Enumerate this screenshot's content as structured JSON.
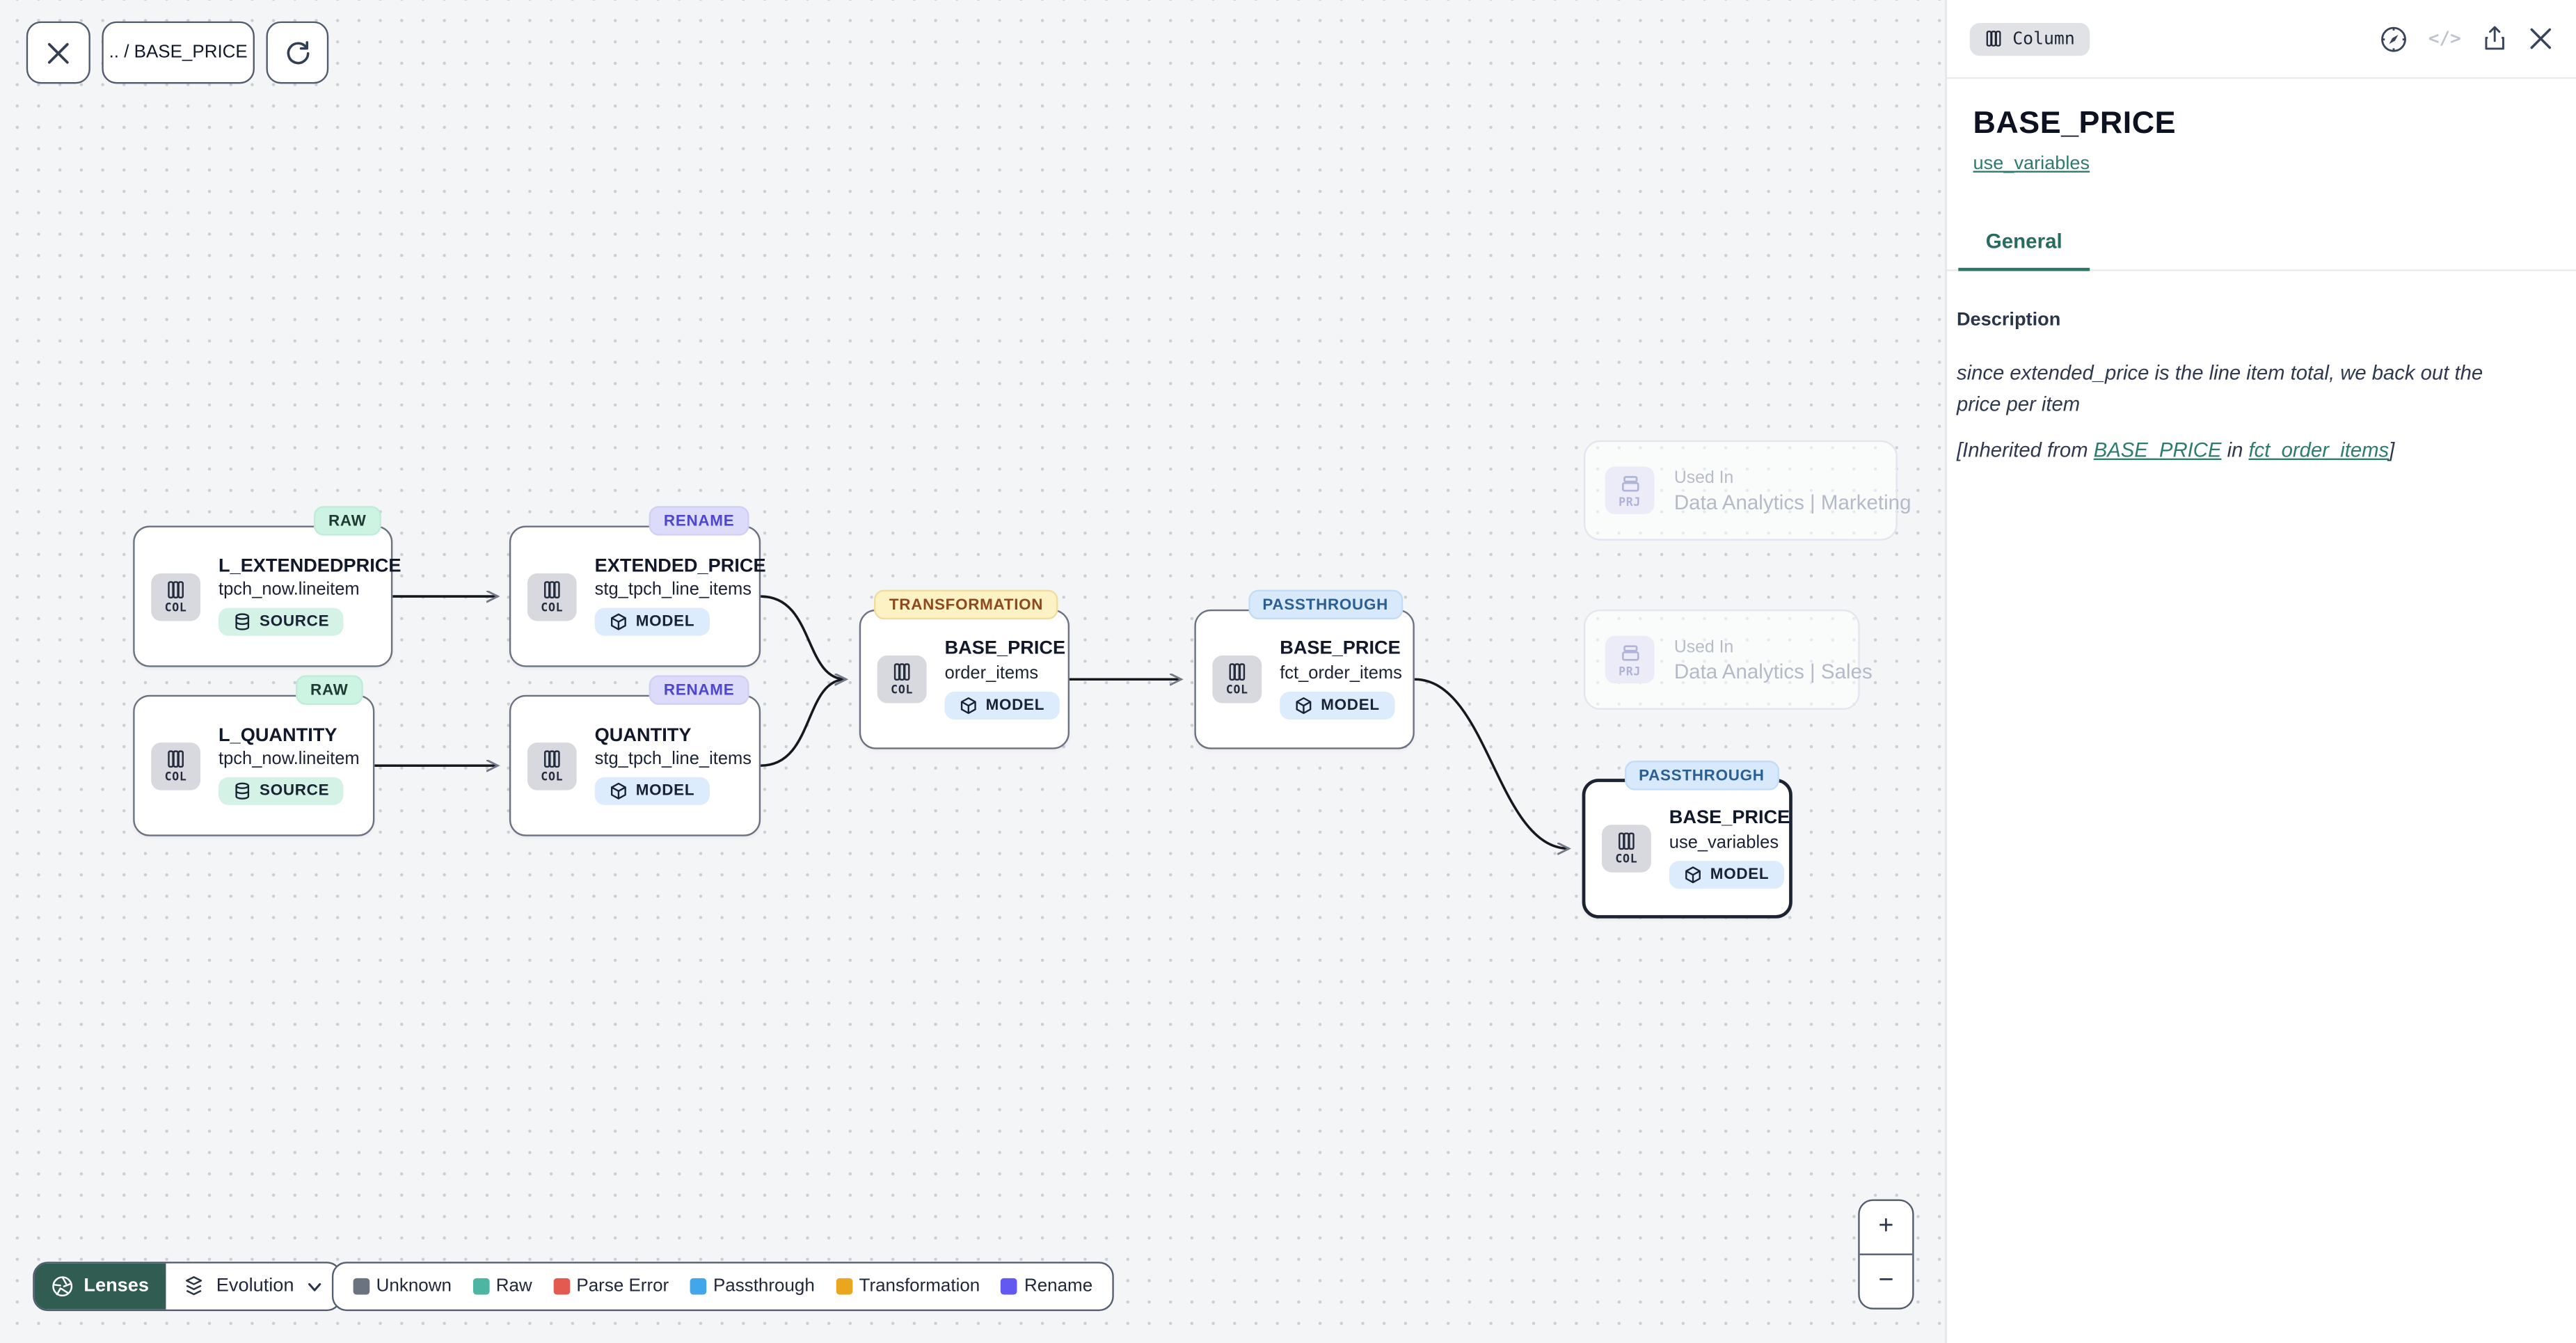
{
  "toolbar": {
    "breadcrumb": ".. / BASE_PRICE"
  },
  "graph": {
    "nodes": [
      {
        "badge": "RAW",
        "title": "L_EXTENDEDPRICE",
        "subtitle": "tpch_now.lineitem",
        "chip": "SOURCE",
        "kind": "COL"
      },
      {
        "badge": "RAW",
        "title": "L_QUANTITY",
        "subtitle": "tpch_now.lineitem",
        "chip": "SOURCE",
        "kind": "COL"
      },
      {
        "badge": "RENAME",
        "title": "EXTENDED_PRICE",
        "subtitle": "stg_tpch_line_items",
        "chip": "MODEL",
        "kind": "COL"
      },
      {
        "badge": "RENAME",
        "title": "QUANTITY",
        "subtitle": "stg_tpch_line_items",
        "chip": "MODEL",
        "kind": "COL"
      },
      {
        "badge": "TRANSFORMATION",
        "title": "BASE_PRICE",
        "subtitle": "order_items",
        "chip": "MODEL",
        "kind": "COL"
      },
      {
        "badge": "PASSTHROUGH",
        "title": "BASE_PRICE",
        "subtitle": "fct_order_items",
        "chip": "MODEL",
        "kind": "COL"
      },
      {
        "badge": "PASSTHROUGH",
        "title": "BASE_PRICE",
        "subtitle": "use_variables",
        "chip": "MODEL",
        "kind": "COL",
        "selected": true
      }
    ],
    "ghost_nodes": [
      {
        "kind": "PRJ",
        "label": "Used In",
        "name": "Data Analytics | Marketing"
      },
      {
        "kind": "PRJ",
        "label": "Used In",
        "name": "Data Analytics | Sales"
      }
    ]
  },
  "lenses": {
    "button": "Lenses",
    "selected_lens": "Evolution"
  },
  "legend": {
    "items": [
      {
        "label": "Unknown",
        "color": "#6b7280"
      },
      {
        "label": "Raw",
        "color": "#4db6a2"
      },
      {
        "label": "Parse Error",
        "color": "#e25a50"
      },
      {
        "label": "Passthrough",
        "color": "#41a7ea"
      },
      {
        "label": "Transformation",
        "color": "#e9a61e"
      },
      {
        "label": "Rename",
        "color": "#6458f2"
      }
    ]
  },
  "zoom_controls": {
    "zoom_in": "+",
    "zoom_out": "−"
  },
  "panel": {
    "chip": "Column",
    "title": "BASE_PRICE",
    "model_link": "use_variables",
    "tab_general": "General",
    "description": {
      "heading": "Description",
      "body": "since extended_price is the line item total, we back out the price per item",
      "inherited_prefix": "[Inherited from ",
      "inherited_link_column": "BASE_PRICE",
      "inherited_middle": " in ",
      "inherited_link_model": "fct_order_items",
      "inherited_suffix": "]"
    },
    "icons": [
      "compass-icon",
      "code-icon",
      "share-icon",
      "close-icon"
    ]
  }
}
